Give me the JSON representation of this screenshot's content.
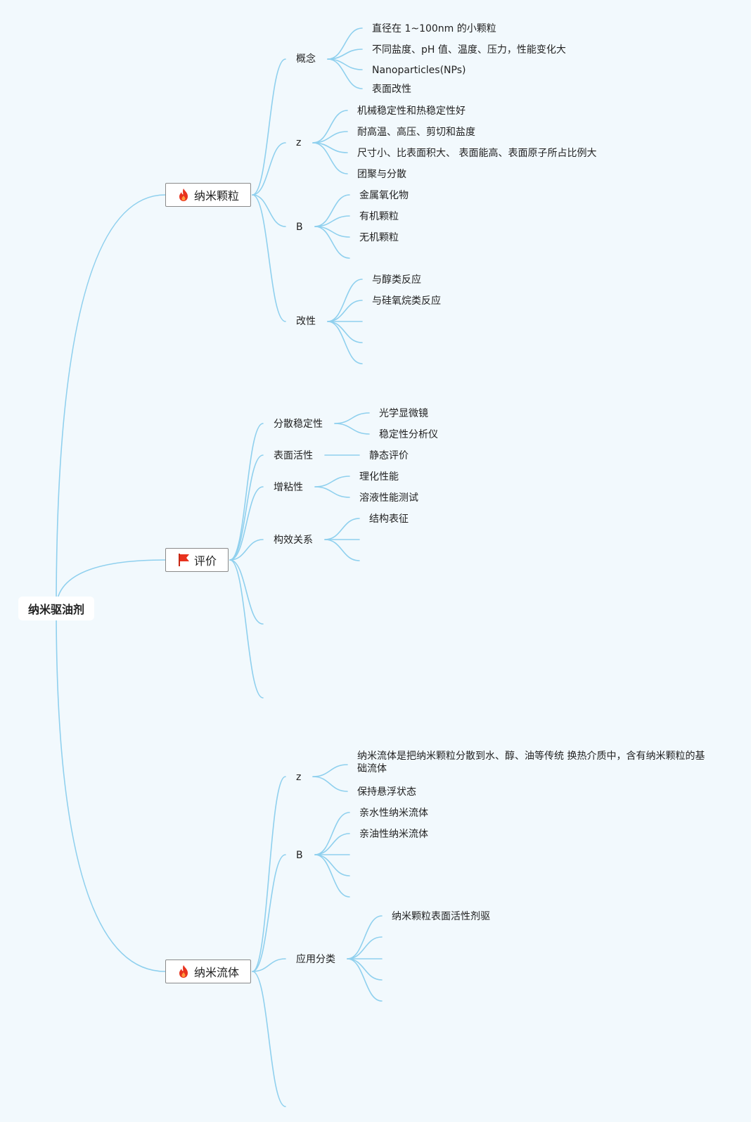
{
  "root": {
    "label": "纳米驱油剂"
  },
  "branches": [
    {
      "label": "纳米颗粒",
      "icon": "fire-icon",
      "children": [
        {
          "label": "概念",
          "children": [
            "直径在 1~100nm 的小颗粒",
            "不同盐度、pH 值、温度、压力，性能变化大",
            "Nanoparticles(NPs)",
            "表面改性"
          ]
        },
        {
          "label": "z",
          "children": [
            "机械稳定性和热稳定性好",
            "耐高温、高压、剪切和盐度",
            "尺寸小、比表面积大、 表面能高、表面原子所占比例大",
            "团聚与分散"
          ]
        },
        {
          "label": "B",
          "children": [
            "金属氧化物",
            "有机颗粒",
            "无机颗粒",
            ""
          ]
        },
        {
          "label": "改性",
          "children": [
            "与醇类反应",
            "与硅氧烷类反应",
            "",
            "",
            ""
          ]
        }
      ]
    },
    {
      "label": "评价",
      "icon": "flag-icon",
      "children": [
        {
          "label": "分散稳定性",
          "children": [
            "光学显微镜",
            "稳定性分析仪"
          ]
        },
        {
          "label": "表面活性",
          "children": [
            "静态评价"
          ]
        },
        {
          "label": "增粘性",
          "children": [
            "理化性能",
            "溶液性能测试"
          ]
        },
        {
          "label": "构效关系",
          "children": [
            "结构表征",
            "",
            ""
          ]
        },
        {
          "label": "",
          "children": []
        },
        {
          "label": "",
          "children": []
        }
      ]
    },
    {
      "label": "纳米流体",
      "icon": "fire-icon",
      "children": [
        {
          "label": "z",
          "children": [
            "纳米流体是把纳米颗粒分散到水、醇、油等传统 换热介质中，含有纳米颗粒的基础流体",
            "保持悬浮状态"
          ]
        },
        {
          "label": "B",
          "children": [
            "亲水性纳米流体",
            "亲油性纳米流体",
            "",
            "",
            ""
          ]
        },
        {
          "label": "应用分类",
          "children": [
            "纳米颗粒表面活性剂驱",
            "",
            "",
            "",
            ""
          ]
        },
        {
          "label": "",
          "children": []
        }
      ]
    }
  ],
  "colors": {
    "line": "#8fd0ee",
    "fire": "#e8321e",
    "flag": "#e8321e",
    "background": "#f2f9fd"
  }
}
